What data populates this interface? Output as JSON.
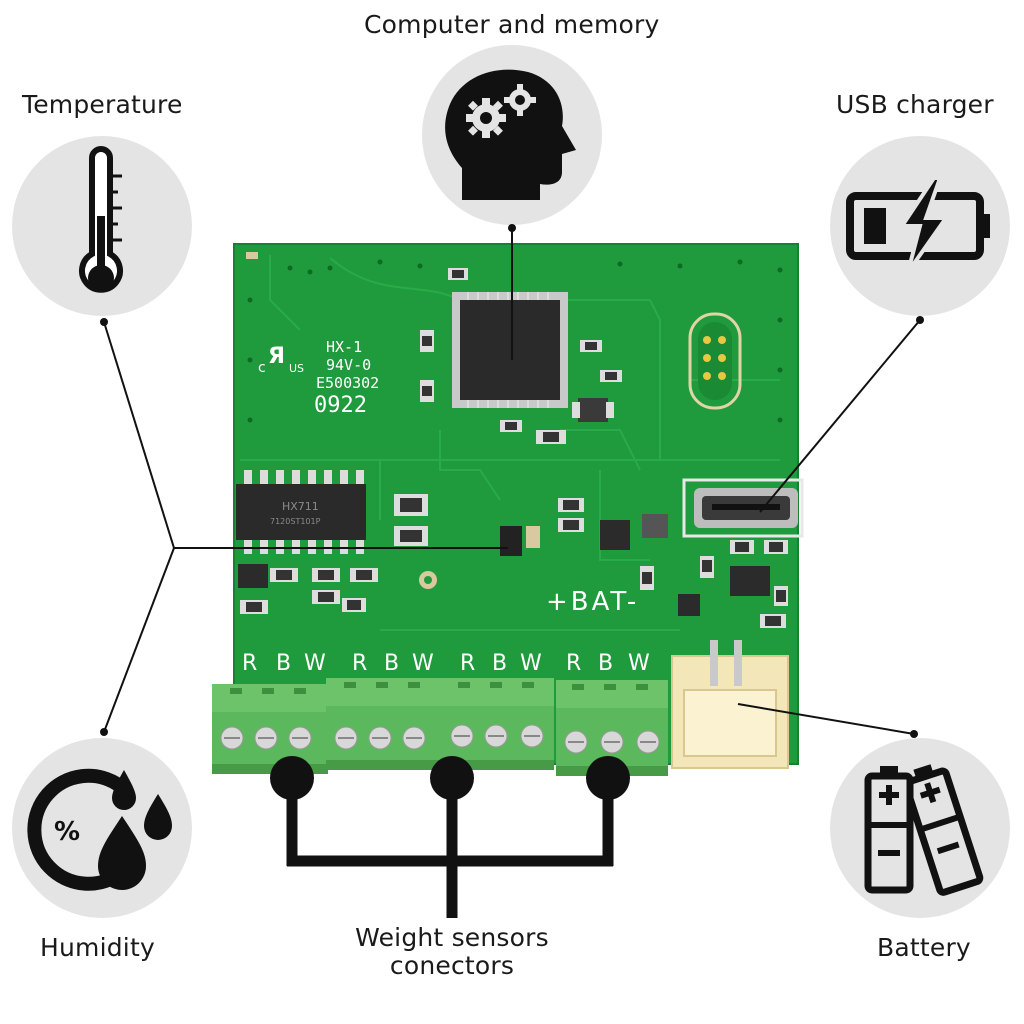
{
  "labels": {
    "computer": "Computer and memory",
    "temperature": "Temperature",
    "usb": "USB charger",
    "humidity": "Humidity",
    "battery": "Battery",
    "weight_line1": "Weight sensors",
    "weight_line2": "conectors"
  },
  "board": {
    "marking_1": "HX-1",
    "marking_2": "94V-0",
    "marking_3": "E500302",
    "marking_4": "0922",
    "ul_mark": "c",
    "ul_us": "US",
    "chip_label": "HX711",
    "chip_sub": "7120ST101P",
    "bat_label": "+BAT-",
    "terminal_letters": [
      "R",
      "B",
      "W"
    ]
  },
  "icons": {
    "computer": "head-gears-icon",
    "temperature": "thermometer-icon",
    "usb": "battery-charging-icon",
    "humidity": "humidity-drops-icon",
    "battery": "batteries-icon"
  },
  "colors": {
    "pcb": "#1f9a3c",
    "terminal": "#5cb85c",
    "circle_bg": "#e4e4e4",
    "connector": "#f3e6b8"
  }
}
